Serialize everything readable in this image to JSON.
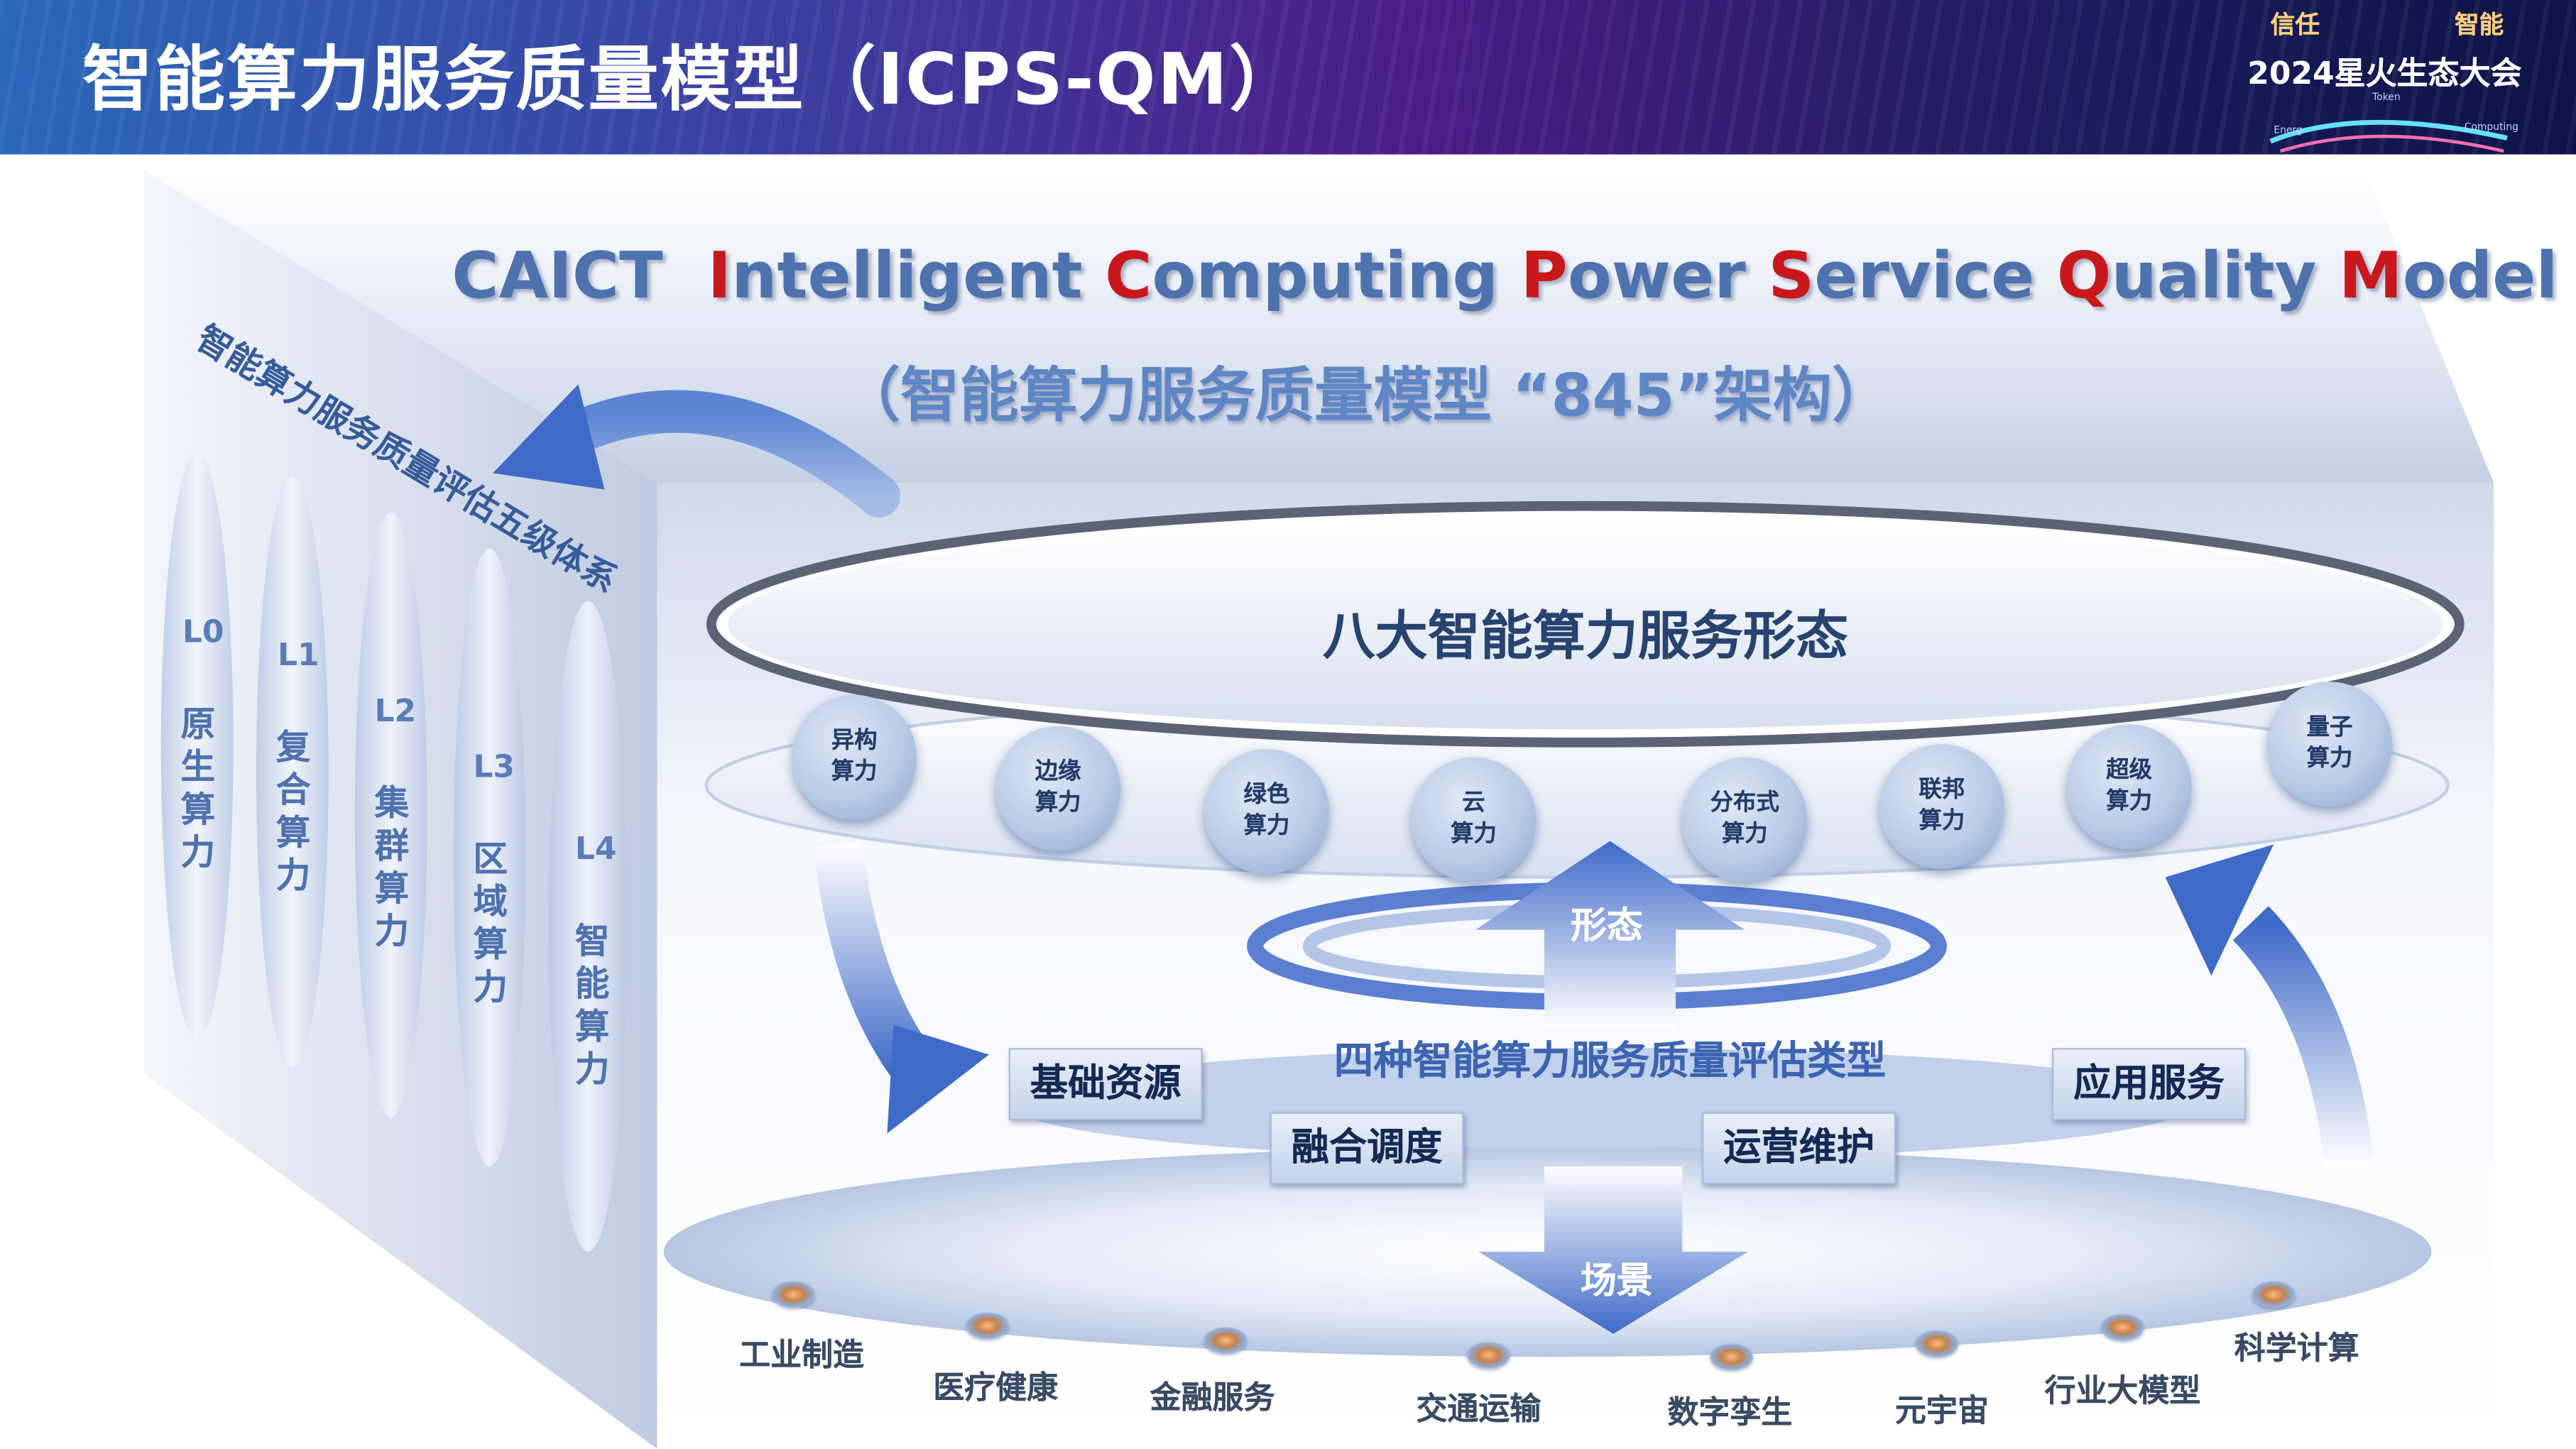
{
  "header": {
    "title": "智能算力服务质量模型（ICPS-QM）",
    "logo": {
      "top_left": "信任",
      "top_right": "智能",
      "main": "2024星火生态大会",
      "small_left": "Energ",
      "small_center": "Token",
      "small_right": "Computing"
    }
  },
  "model": {
    "en_title_parts": [
      {
        "text": "CAICT  ",
        "highlight": false
      },
      {
        "text": "I",
        "highlight": true
      },
      {
        "text": "ntelligent ",
        "highlight": false
      },
      {
        "text": "C",
        "highlight": true
      },
      {
        "text": "omputing ",
        "highlight": false
      },
      {
        "text": "P",
        "highlight": true
      },
      {
        "text": "ower ",
        "highlight": false
      },
      {
        "text": "S",
        "highlight": true
      },
      {
        "text": "ervice ",
        "highlight": false
      },
      {
        "text": "Q",
        "highlight": true
      },
      {
        "text": "uality ",
        "highlight": false
      },
      {
        "text": "M",
        "highlight": true
      },
      {
        "text": "odel",
        "highlight": false
      }
    ],
    "cn_subtitle": "（智能算力服务质量模型 “845”架构）"
  },
  "levels": {
    "title": "智能算力服务质量评估五级体系",
    "items": [
      {
        "code": "L0",
        "name": "原生算力"
      },
      {
        "code": "L1",
        "name": "复合算力"
      },
      {
        "code": "L2",
        "name": "集群算力"
      },
      {
        "code": "L3",
        "name": "区域算力"
      },
      {
        "code": "L4",
        "name": "智能算力"
      }
    ]
  },
  "forms": {
    "title": "八大智能算力服务形态",
    "items": [
      [
        "异构",
        "算力"
      ],
      [
        "边缘",
        "算力"
      ],
      [
        "绿色",
        "算力"
      ],
      [
        "云",
        "算力"
      ],
      [
        "分布式",
        "算力"
      ],
      [
        "联邦",
        "算力"
      ],
      [
        "超级",
        "算力"
      ],
      [
        "量子",
        "算力"
      ]
    ]
  },
  "quality_types": {
    "title": "四种智能算力服务质量评估类型",
    "items": [
      "基础资源",
      "融合调度",
      "运营维护",
      "应用服务"
    ]
  },
  "arrows": {
    "up": "形态",
    "down": "场景"
  },
  "scenarios": {
    "items": [
      "工业制造",
      "医疗健康",
      "金融服务",
      "交通运输",
      "数字孪生",
      "元宇宙",
      "行业大模型",
      "科学计算"
    ]
  },
  "colors": {
    "highlight": "#c8181e",
    "title_blue": "#4e72ae",
    "arrow_blue": "#3f6ac8",
    "header_start": "#2a68b8",
    "header_end": "#0d1447"
  }
}
